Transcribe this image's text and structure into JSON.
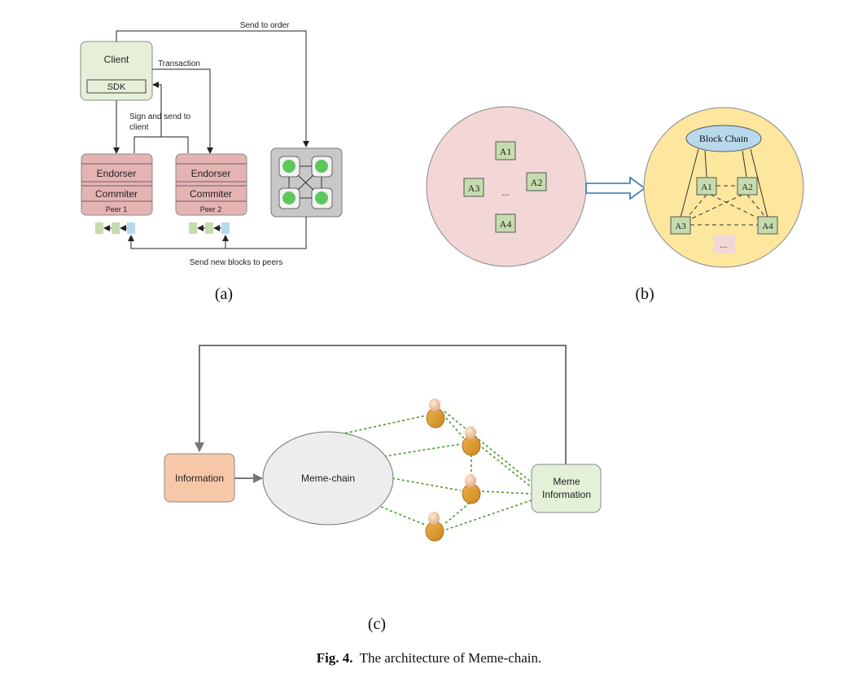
{
  "panel_a": {
    "label": "(a)",
    "client": "Client",
    "sdk": "SDK",
    "send_to_order": "Send to order",
    "transaction": "Transaction",
    "sign_send_line1": "Sign and  send to",
    "sign_send_line2": "client",
    "peer1": {
      "endorser": "Endorser",
      "commiter": "Commiter",
      "name": "Peer 1"
    },
    "peer2": {
      "endorser": "Endorser",
      "commiter": "Commiter",
      "name": "Peer 2"
    },
    "send_blocks": "Send new blocks to peers"
  },
  "panel_b": {
    "label": "(b)",
    "left_nodes": [
      "A1",
      "A2",
      "A3",
      "A4"
    ],
    "left_ellipsis": "...",
    "blockchain": "Block Chain",
    "right_nodes": [
      "A1",
      "A2",
      "A3",
      "A4"
    ],
    "right_ellipsis": "..."
  },
  "panel_c": {
    "label": "(c)",
    "information": "Information",
    "meme_chain": "Meme-chain",
    "meme_info_line1": "Meme",
    "meme_info_line2": "Information"
  },
  "caption": {
    "label": "Fig. 4.",
    "text": "The architecture of Meme-chain."
  },
  "colors": {
    "client_fill": "#e6f0d8",
    "peer_fill": "#e6b3b3",
    "orderer_fill": "#c8c8c8",
    "green_node": "#5cc85c",
    "pink_circle": "#f3d7d7",
    "yellow_circle": "#fde79e",
    "node_fill": "#c5dcae",
    "blockchain_fill": "#b8d9ec",
    "information_fill": "#f6c8a8",
    "meme_chain_fill": "#ededed",
    "meme_info_fill": "#e4f0d8",
    "dashed_green": "#4b9a2a",
    "arrow_blue": "#2e75b6"
  }
}
